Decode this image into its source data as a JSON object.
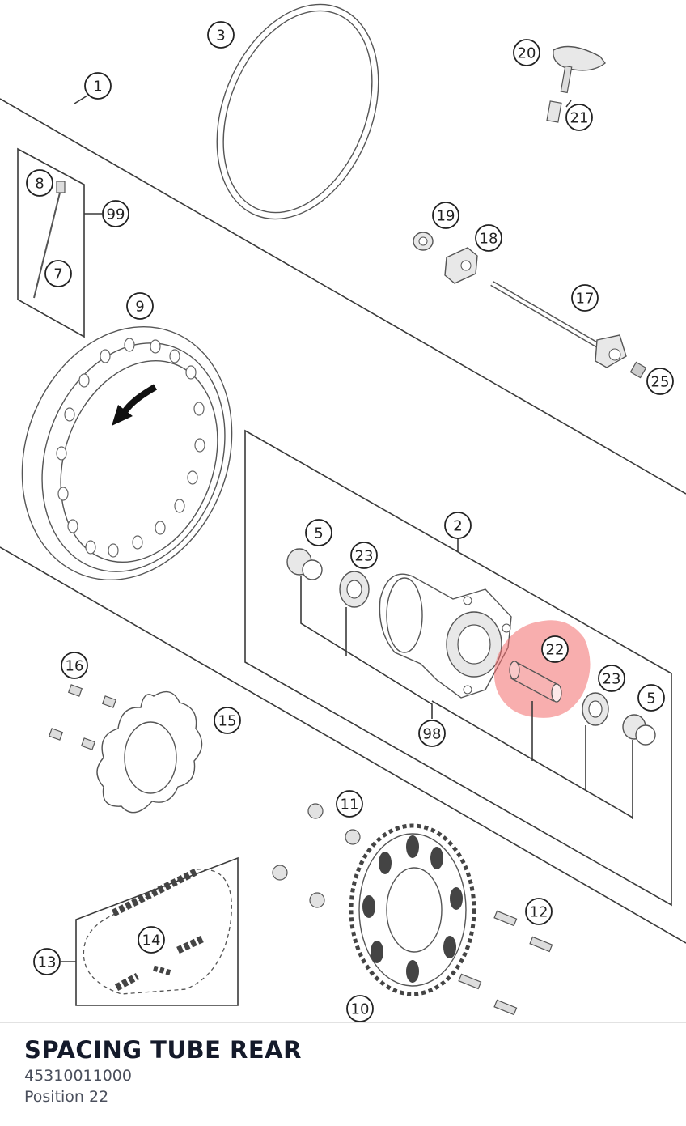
{
  "diagram": {
    "highlight_color": "#f26b6b",
    "callouts": [
      "1",
      "2",
      "3",
      "5",
      "5",
      "7",
      "8",
      "9",
      "10",
      "11",
      "12",
      "13",
      "14",
      "15",
      "16",
      "17",
      "18",
      "19",
      "20",
      "21",
      "22",
      "23",
      "23",
      "25",
      "98",
      "99"
    ],
    "highlighted_callout": "22"
  },
  "part": {
    "name": "SPACING TUBE REAR",
    "number": "45310011000",
    "position": "Position 22"
  },
  "colors": {
    "title": "#141a2a",
    "meta": "#4a4f5c"
  }
}
